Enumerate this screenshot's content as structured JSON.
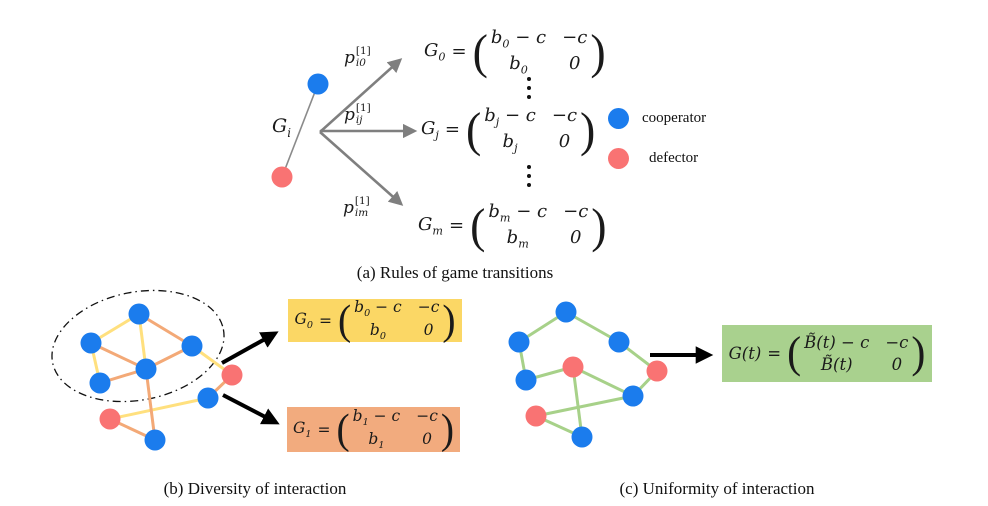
{
  "colors": {
    "cooperator": "#1b7ced",
    "defector": "#f97373",
    "edge-yellow": "#ffe07e",
    "edge-orange": "#f3a977",
    "edge-green": "#a7d189",
    "box-yellow": "#fbd765",
    "box-orange": "#f2ab7e",
    "box-green": "#a9d18e",
    "arrow-gray": "#7f7f7f",
    "arrow-black": "#000000"
  },
  "math": {
    "lparen": "(",
    "rparen": ")"
  },
  "legend": {
    "items": [
      {
        "label": "cooperator"
      },
      {
        "label": "defector"
      }
    ]
  },
  "panel_a": {
    "caption": "(a) Rules of game transitions",
    "node_label": {
      "base": "G",
      "sub": "i"
    },
    "transition_labels": [
      {
        "base": "p",
        "sup": "[1]",
        "sub": "i0"
      },
      {
        "base": "p",
        "sup": "[1]",
        "sub": "ij"
      },
      {
        "base": "p",
        "sup": "[1]",
        "sub": "im"
      }
    ],
    "matrices": [
      {
        "name": {
          "base": "G",
          "sub": "0"
        },
        "eq": "=",
        "cells": [
          {
            "pre": "b",
            "sub": "0",
            "post": " − c"
          },
          {
            "pre": "−c"
          },
          {
            "pre": "b",
            "sub": "0"
          },
          {
            "pre": "0"
          }
        ]
      },
      {
        "name": {
          "base": "G",
          "sub": "j"
        },
        "eq": "=",
        "cells": [
          {
            "pre": "b",
            "sub": "j",
            "post": " − c"
          },
          {
            "pre": "−c"
          },
          {
            "pre": "b",
            "sub": "j"
          },
          {
            "pre": "0"
          }
        ]
      },
      {
        "name": {
          "base": "G",
          "sub": "m"
        },
        "eq": "=",
        "cells": [
          {
            "pre": "b",
            "sub": "m",
            "post": " − c"
          },
          {
            "pre": "−c"
          },
          {
            "pre": "b",
            "sub": "m"
          },
          {
            "pre": "0"
          }
        ]
      }
    ]
  },
  "panel_b": {
    "caption": "(b) Diversity of interaction",
    "matrices": [
      {
        "name": {
          "base": "G",
          "sub": "0"
        },
        "eq": "=",
        "cells": [
          {
            "pre": "b",
            "sub": "0",
            "post": " − c"
          },
          {
            "pre": "−c"
          },
          {
            "pre": "b",
            "sub": "0"
          },
          {
            "pre": "0"
          }
        ]
      },
      {
        "name": {
          "base": "G",
          "sub": "1"
        },
        "eq": "=",
        "cells": [
          {
            "pre": "b",
            "sub": "1",
            "post": " − c"
          },
          {
            "pre": "−c"
          },
          {
            "pre": "b",
            "sub": "1"
          },
          {
            "pre": "0"
          }
        ]
      }
    ]
  },
  "panel_c": {
    "caption": "(c) Uniformity of interaction",
    "matrix": {
      "name": {
        "base": "G(t)"
      },
      "eq": "=",
      "cells": [
        {
          "pre": "B̃(t) − c"
        },
        {
          "pre": "−c"
        },
        {
          "pre": "B̃(t)"
        },
        {
          "pre": "0"
        }
      ]
    }
  }
}
